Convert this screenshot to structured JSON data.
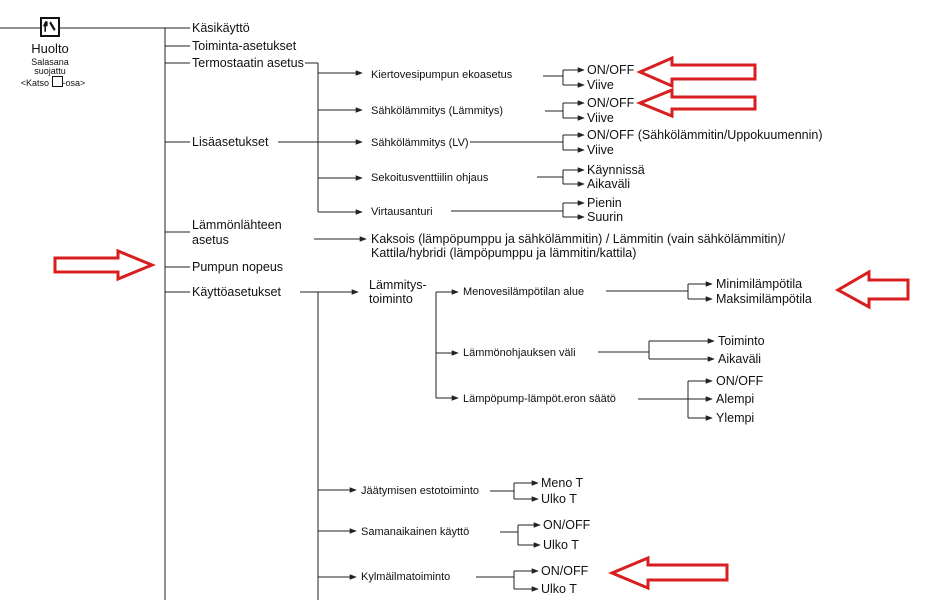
{
  "service": {
    "title": "Huolto",
    "note_line1": "Salasana",
    "note_line2": "suojattu",
    "note_prefix": "<Katso ",
    "note_suffix": "-osa>"
  },
  "menu": {
    "manual": "Käsikäyttö",
    "function_settings": "Toiminta-asetukset",
    "thermostat": "Termostaatin asetus",
    "additional": "Lisäasetukset",
    "heat_source_line1": "Lämmönlähteen",
    "heat_source_line2": "asetus",
    "pump_speed": "Pumpun nopeus",
    "operation": "Käyttöasetukset"
  },
  "additional": {
    "circ_pump_eco": "Kiertovesipumpun ekoasetus",
    "elec_heating": "Sähkölämmitys (Lämmitys)",
    "elec_heating_lv": "Sähkölämmitys (LV)",
    "mixing_valve": "Sekoitusventtiilin ohjaus",
    "flow_sensor": "Virtausanturi"
  },
  "leaves": {
    "on_off": "ON/OFF",
    "delay": "Viive",
    "on_off_elec": "ON/OFF (Sähkölämmitin/Uppokuumennin)",
    "running": "Käynnissä",
    "interval": "Aikaväli",
    "min": "Pienin",
    "max": "Suurin"
  },
  "heat_source_options": {
    "line1": "Kaksois (lämpöpumppu ja sähkölämmitin) / Lämmitin (vain sähkölämmitin)/",
    "line2": "Kattila/hybridi (lämpöpumppu ja lämmitin/kattila)"
  },
  "operation": {
    "heating_func_line1": "Lämmitys-",
    "heating_func_line2": "toiminto",
    "supply_range": "Menovesilämpötilan alue",
    "min_temp": "Minimilämpötila",
    "max_temp": "Maksimilämpötila",
    "heat_ctrl_interval": "Lämmönohjauksen väli",
    "function": "Toiminto",
    "interval": "Aikaväli",
    "hp_temp_diff": "Lämpöpump-lämpöt.eron säätö",
    "on_off": "ON/OFF",
    "lower": "Alempi",
    "upper": "Ylempi",
    "freeze_protect": "Jäätymisen estotoiminto",
    "supply_t": "Meno T",
    "outdoor_t": "Ulko T",
    "simultaneous": "Samanaikainen käyttö",
    "simul_on_off": "ON/OFF",
    "simul_outdoor_t": "Ulko T",
    "cold_protect": "Kylmäilmatoiminto",
    "cold_on_off": "ON/OFF",
    "cold_outdoor_t": "Ulko T"
  },
  "colors": {
    "arrow": "#d81e1e",
    "line": "#222222"
  }
}
